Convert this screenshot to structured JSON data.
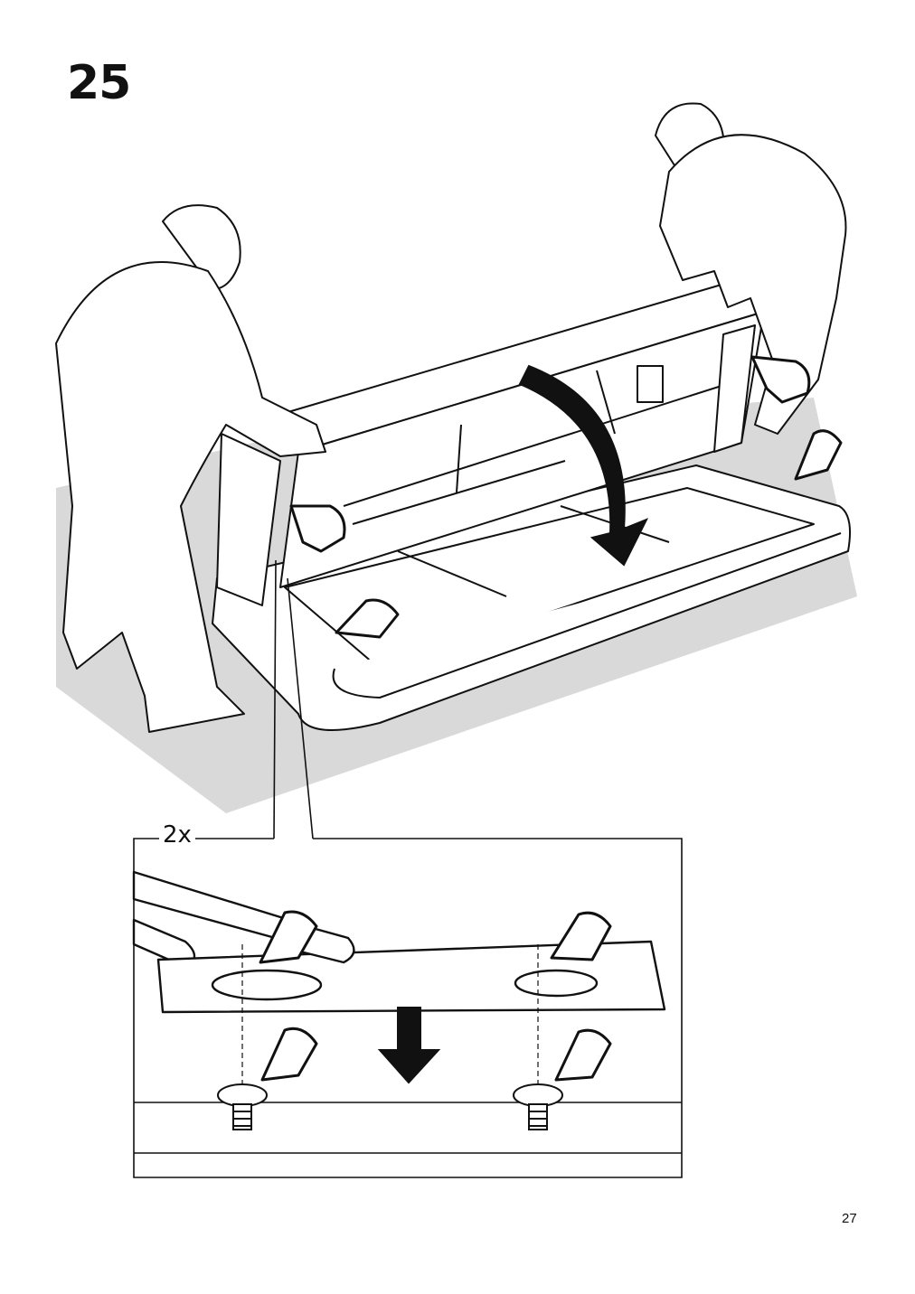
{
  "step": {
    "number": "25"
  },
  "detail": {
    "quantity_label": "2x"
  },
  "page": {
    "number": "27"
  },
  "icons": [
    "pointing-hand-icon",
    "rotation-arrow-icon",
    "down-arrow-icon",
    "screw-icon"
  ],
  "colors": {
    "ink": "#111111",
    "floor": "#d9d9d9",
    "paper": "#ffffff"
  }
}
